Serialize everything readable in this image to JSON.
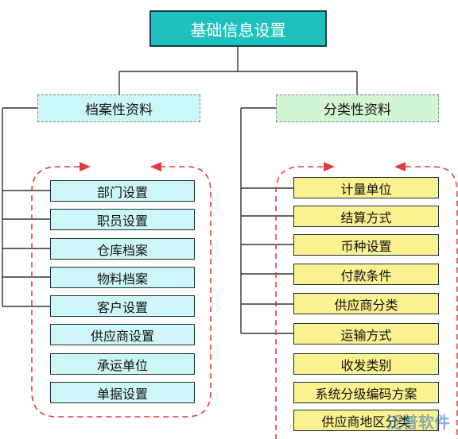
{
  "root": {
    "label": "基础信息设置"
  },
  "left": {
    "label": "档案性资料",
    "items": [
      "部门设置",
      "职员设置",
      "仓库档案",
      "物料档案",
      "客户设置",
      "供应商设置",
      "承运单位",
      "单据设置"
    ]
  },
  "right": {
    "label": "分类性资料",
    "items": [
      "计量单位",
      "结算方式",
      "币种设置",
      "付款条件",
      "供应商分类",
      "运输方式",
      "收发类别",
      "系统分级编码方案",
      "供应商地区分类"
    ]
  },
  "colors": {
    "root_fill": "#1fc1bf",
    "left_fill": "#cdf6f6",
    "right_item_fill": "#faf18f",
    "right_category_fill": "#d3f5d3",
    "cycle_arrow": "#e23b3b"
  },
  "watermark": {
    "text": "泛普软件"
  }
}
